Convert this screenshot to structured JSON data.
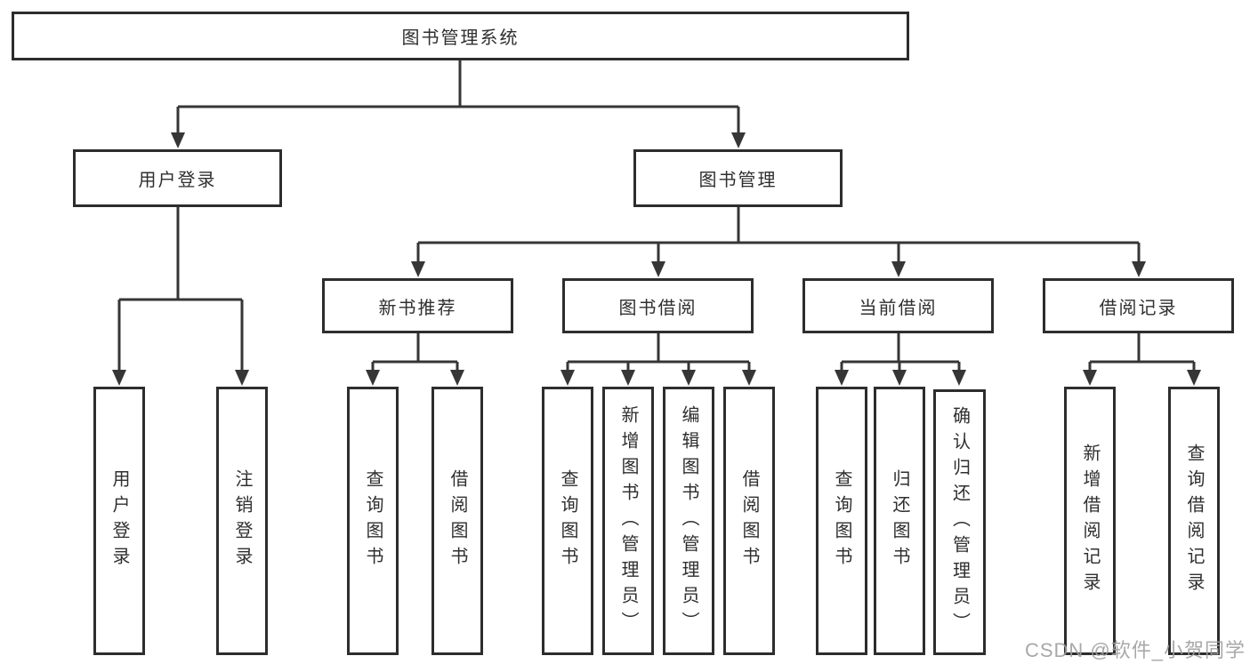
{
  "tree": {
    "root_label": "图书管理系统",
    "branches": {
      "user_login": {
        "label": "用户登录",
        "children": [
          "用户登录",
          "注销登录"
        ]
      },
      "book_management": {
        "label": "图书管理",
        "sections": [
          {
            "label": "新书推荐",
            "children": [
              "查询图书",
              "借阅图书"
            ]
          },
          {
            "label": "图书借阅",
            "children": [
              "查询图书",
              "新增图书（管理员）",
              "编辑图书（管理员）",
              "借阅图书"
            ]
          },
          {
            "label": "当前借阅",
            "children": [
              "查询图书",
              "归还图书",
              "确认归还（管理员）"
            ]
          },
          {
            "label": "借阅记录",
            "children": [
              "新增借阅记录",
              "查询借阅记录"
            ]
          }
        ]
      }
    }
  },
  "watermark": "CSDN @软件_小贺同学",
  "colors": {
    "line": "#363636",
    "box_border": "#2d2d2d",
    "text": "#2f2f2f",
    "watermark": "#9e9e9e",
    "background": "#ffffff"
  }
}
